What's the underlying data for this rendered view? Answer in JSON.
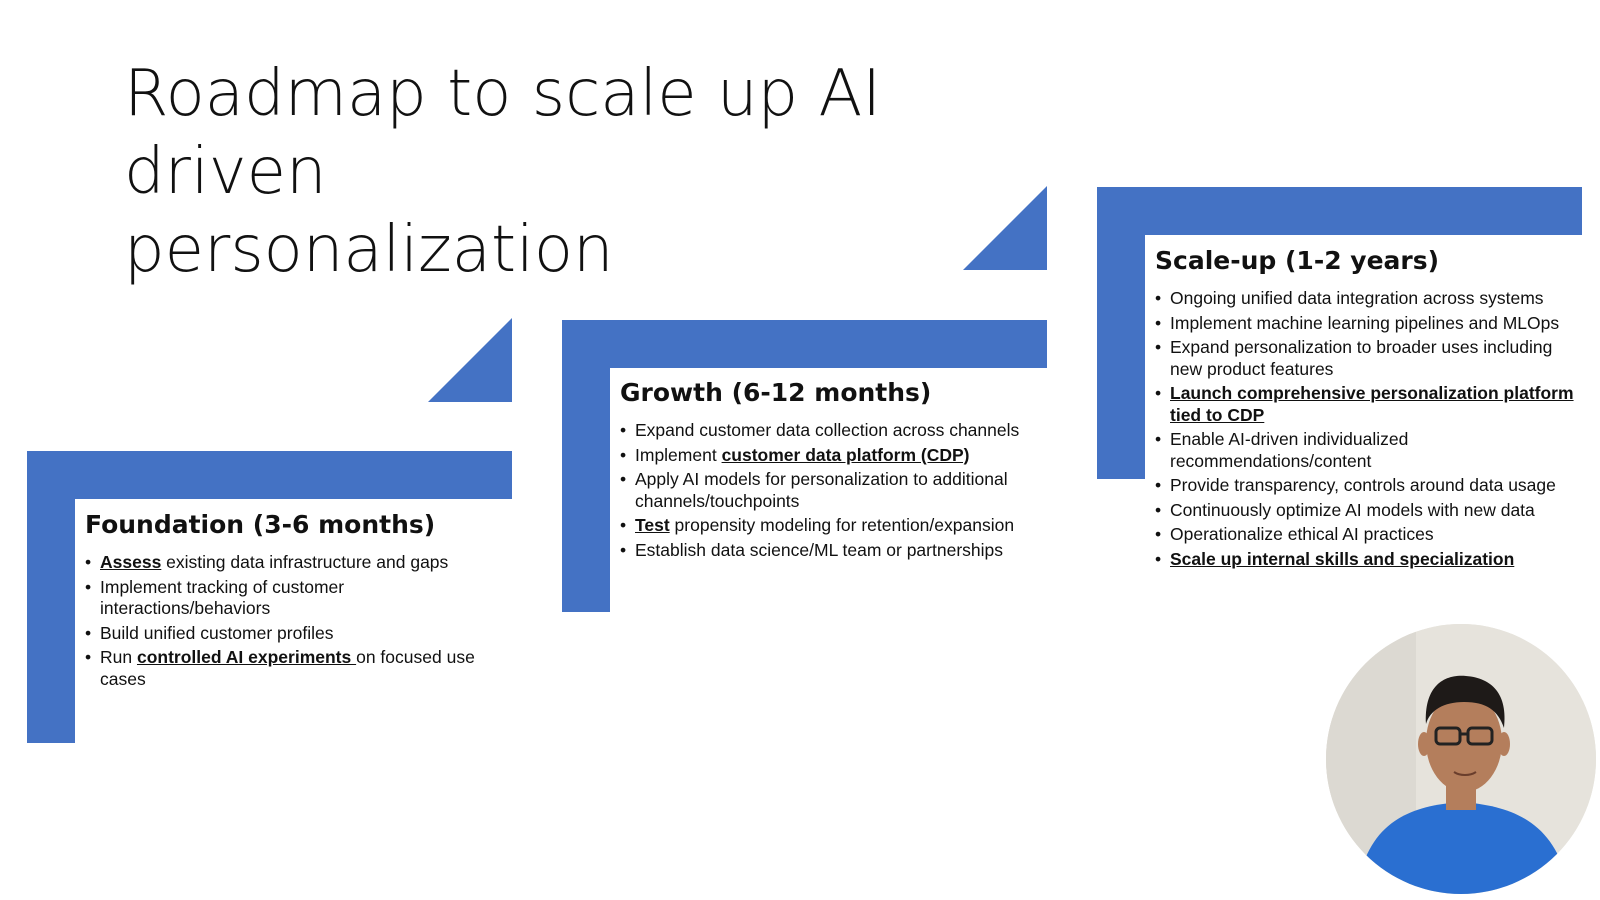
{
  "slide": {
    "title_line1": "Roadmap to scale up AI driven",
    "title_line2": "personalization",
    "accent_color": "#4472C4"
  },
  "phases": [
    {
      "heading": "Foundation (3-6 months)",
      "items": [
        {
          "segments": [
            {
              "text": "Assess",
              "u": true
            },
            {
              "text": " existing data infrastructure and gaps"
            }
          ]
        },
        {
          "segments": [
            {
              "text": "Implement tracking of customer interactions/behaviors"
            }
          ]
        },
        {
          "segments": [
            {
              "text": "Build unified customer profiles"
            }
          ]
        },
        {
          "segments": [
            {
              "text": "Run "
            },
            {
              "text": "controlled AI experiments ",
              "u": true
            },
            {
              "text": "on focused use cases"
            }
          ]
        }
      ]
    },
    {
      "heading": "Growth (6-12 months)",
      "items": [
        {
          "segments": [
            {
              "text": "Expand customer data collection across channels"
            }
          ]
        },
        {
          "segments": [
            {
              "text": "Implement "
            },
            {
              "text": "customer data platform (CDP)",
              "u": true
            }
          ]
        },
        {
          "segments": [
            {
              "text": "Apply AI models for personalization to additional channels/touchpoints"
            }
          ]
        },
        {
          "segments": [
            {
              "text": "Test",
              "u": true
            },
            {
              "text": " propensity modeling for retention/expansion"
            }
          ]
        },
        {
          "segments": [
            {
              "text": "Establish data science/ML team or partnerships"
            }
          ]
        }
      ]
    },
    {
      "heading": "Scale-up (1-2 years)",
      "items": [
        {
          "segments": [
            {
              "text": "Ongoing unified data integration across systems"
            }
          ]
        },
        {
          "segments": [
            {
              "text": "Implement machine learning pipelines and MLOps"
            }
          ]
        },
        {
          "segments": [
            {
              "text": "Expand personalization to broader uses including new product features"
            }
          ]
        },
        {
          "segments": [
            {
              "text": "Launch comprehensive personalization platform tied to CDP",
              "u": true
            }
          ]
        },
        {
          "segments": [
            {
              "text": "Enable AI-driven individualized recommendations/content"
            }
          ]
        },
        {
          "segments": [
            {
              "text": "Provide transparency, controls around data usage"
            }
          ]
        },
        {
          "segments": [
            {
              "text": "Continuously optimize AI models with new data"
            }
          ]
        },
        {
          "segments": [
            {
              "text": "Operationalize ethical AI practices"
            }
          ]
        },
        {
          "segments": [
            {
              "text": "Scale up internal skills and specialization",
              "u": true
            }
          ]
        }
      ]
    }
  ],
  "webcam": {
    "icon": "presenter-webcam-icon",
    "skin_color": "#b47e5c",
    "shirt_color": "#2a6fd1",
    "hair_color": "#1e1a18"
  }
}
